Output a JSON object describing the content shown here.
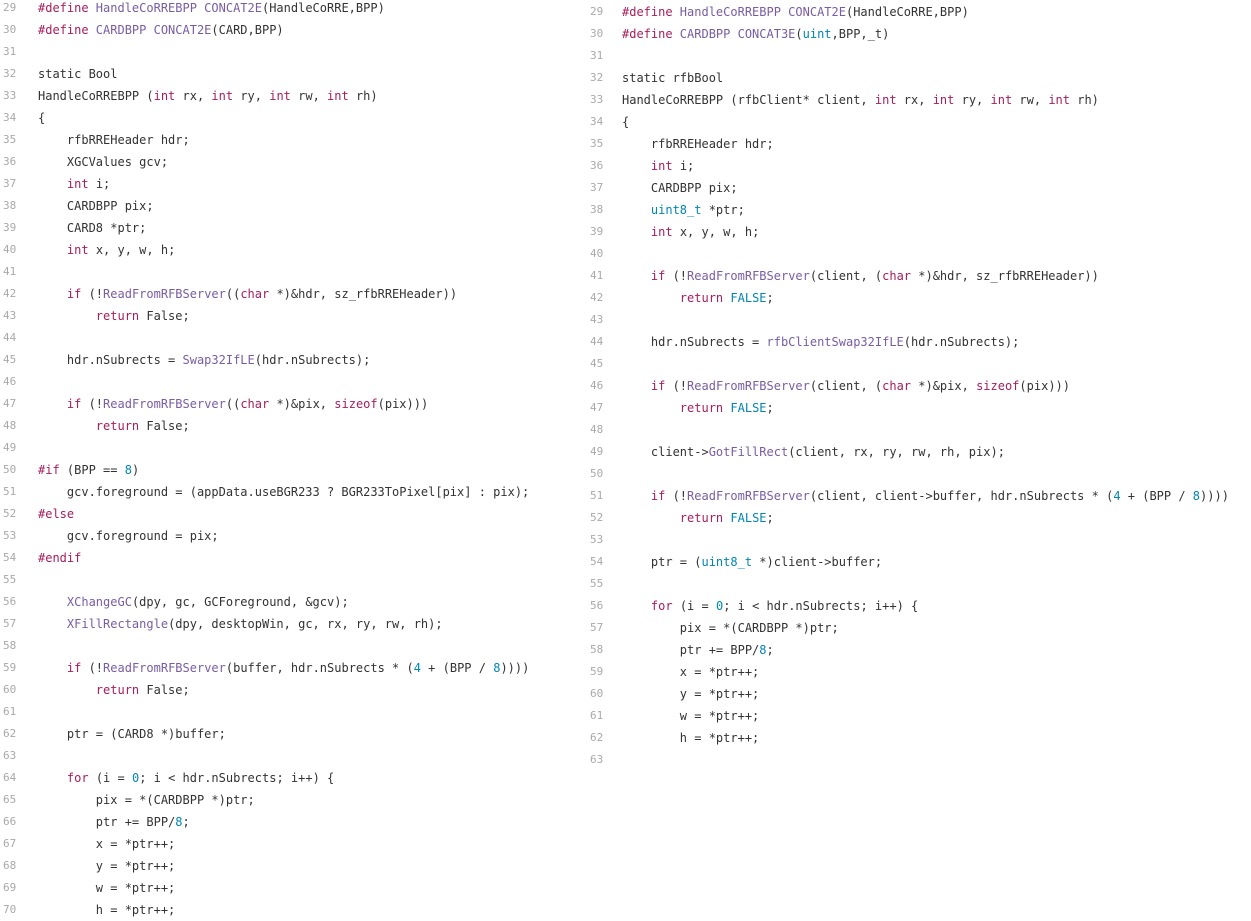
{
  "left": {
    "lines": [
      {
        "n": "29",
        "t": [
          [
            "pp",
            "#define "
          ],
          [
            "fn",
            "HandleCoRREBPP "
          ],
          [
            "fn",
            "CONCAT2E"
          ],
          [
            "",
            "(HandleCoRRE,BPP)"
          ]
        ]
      },
      {
        "n": "30",
        "t": [
          [
            "pp",
            "#define "
          ],
          [
            "fn",
            "CARDBPP "
          ],
          [
            "fn",
            "CONCAT2E"
          ],
          [
            "",
            "(CARD,BPP)"
          ]
        ]
      },
      {
        "n": "31",
        "t": []
      },
      {
        "n": "32",
        "t": [
          [
            "",
            "static Bool"
          ]
        ]
      },
      {
        "n": "33",
        "t": [
          [
            "",
            "HandleCoRREBPP ("
          ],
          [
            "kw",
            "int"
          ],
          [
            "",
            " rx, "
          ],
          [
            "kw",
            "int"
          ],
          [
            "",
            " ry, "
          ],
          [
            "kw",
            "int"
          ],
          [
            "",
            " rw, "
          ],
          [
            "kw",
            "int"
          ],
          [
            "",
            " rh)"
          ]
        ]
      },
      {
        "n": "34",
        "t": [
          [
            "",
            "{"
          ]
        ]
      },
      {
        "n": "35",
        "t": [
          [
            "",
            "    rfbRREHeader hdr;"
          ]
        ]
      },
      {
        "n": "36",
        "t": [
          [
            "",
            "    XGCValues gcv;"
          ]
        ]
      },
      {
        "n": "37",
        "t": [
          [
            "",
            "    "
          ],
          [
            "kw",
            "int"
          ],
          [
            "",
            " i;"
          ]
        ]
      },
      {
        "n": "38",
        "t": [
          [
            "",
            "    CARDBPP pix;"
          ]
        ]
      },
      {
        "n": "39",
        "t": [
          [
            "",
            "    CARD8 *ptr;"
          ]
        ]
      },
      {
        "n": "40",
        "t": [
          [
            "",
            "    "
          ],
          [
            "kw",
            "int"
          ],
          [
            "",
            " x, y, w, h;"
          ]
        ]
      },
      {
        "n": "41",
        "t": []
      },
      {
        "n": "42",
        "t": [
          [
            "",
            "    "
          ],
          [
            "kw",
            "if"
          ],
          [
            "",
            " (!"
          ],
          [
            "fn",
            "ReadFromRFBServer"
          ],
          [
            "",
            "(("
          ],
          [
            "kw",
            "char"
          ],
          [
            "",
            " *)&hdr, sz_rfbRREHeader))"
          ]
        ]
      },
      {
        "n": "43",
        "t": [
          [
            "",
            "        "
          ],
          [
            "kw",
            "return"
          ],
          [
            "",
            " False;"
          ]
        ]
      },
      {
        "n": "44",
        "t": []
      },
      {
        "n": "45",
        "t": [
          [
            "",
            "    hdr.nSubrects = "
          ],
          [
            "fn",
            "Swap32IfLE"
          ],
          [
            "",
            "(hdr.nSubrects);"
          ]
        ]
      },
      {
        "n": "46",
        "t": []
      },
      {
        "n": "47",
        "t": [
          [
            "",
            "    "
          ],
          [
            "kw",
            "if"
          ],
          [
            "",
            " (!"
          ],
          [
            "fn",
            "ReadFromRFBServer"
          ],
          [
            "",
            "(("
          ],
          [
            "kw",
            "char"
          ],
          [
            "",
            " *)&pix, "
          ],
          [
            "kw",
            "sizeof"
          ],
          [
            "",
            "(pix)))"
          ]
        ]
      },
      {
        "n": "48",
        "t": [
          [
            "",
            "        "
          ],
          [
            "kw",
            "return"
          ],
          [
            "",
            " False;"
          ]
        ]
      },
      {
        "n": "49",
        "t": []
      },
      {
        "n": "50",
        "t": [
          [
            "pp",
            "#if"
          ],
          [
            "",
            " (BPP == "
          ],
          [
            "num",
            "8"
          ],
          [
            "",
            ")"
          ]
        ]
      },
      {
        "n": "51",
        "t": [
          [
            "",
            "    gcv.foreground = (appData.useBGR233 ? BGR233ToPixel[pix] : pix);"
          ]
        ]
      },
      {
        "n": "52",
        "t": [
          [
            "pp",
            "#else"
          ]
        ]
      },
      {
        "n": "53",
        "t": [
          [
            "",
            "    gcv.foreground = pix;"
          ]
        ]
      },
      {
        "n": "54",
        "t": [
          [
            "pp",
            "#endif"
          ]
        ]
      },
      {
        "n": "55",
        "t": []
      },
      {
        "n": "56",
        "t": [
          [
            "",
            "    "
          ],
          [
            "fn",
            "XChangeGC"
          ],
          [
            "",
            "(dpy, gc, GCForeground, &gcv);"
          ]
        ]
      },
      {
        "n": "57",
        "t": [
          [
            "",
            "    "
          ],
          [
            "fn",
            "XFillRectangle"
          ],
          [
            "",
            "(dpy, desktopWin, gc, rx, ry, rw, rh);"
          ]
        ]
      },
      {
        "n": "58",
        "t": []
      },
      {
        "n": "59",
        "t": [
          [
            "",
            "    "
          ],
          [
            "kw",
            "if"
          ],
          [
            "",
            " (!"
          ],
          [
            "fn",
            "ReadFromRFBServer"
          ],
          [
            "",
            "(buffer, hdr.nSubrects * ("
          ],
          [
            "num",
            "4"
          ],
          [
            "",
            " + (BPP / "
          ],
          [
            "num",
            "8"
          ],
          [
            "",
            ")))) "
          ]
        ]
      },
      {
        "n": "60",
        "t": [
          [
            "",
            "        "
          ],
          [
            "kw",
            "return"
          ],
          [
            "",
            " False;"
          ]
        ]
      },
      {
        "n": "61",
        "t": []
      },
      {
        "n": "62",
        "t": [
          [
            "",
            "    ptr = (CARD8 *)buffer;"
          ]
        ]
      },
      {
        "n": "63",
        "t": []
      },
      {
        "n": "64",
        "t": [
          [
            "",
            "    "
          ],
          [
            "kw",
            "for"
          ],
          [
            "",
            " (i = "
          ],
          [
            "num",
            "0"
          ],
          [
            "",
            "; i < hdr.nSubrects; i++) {"
          ]
        ]
      },
      {
        "n": "65",
        "t": [
          [
            "",
            "        pix = *(CARDBPP *)ptr;"
          ]
        ]
      },
      {
        "n": "66",
        "t": [
          [
            "",
            "        ptr += BPP/"
          ],
          [
            "num",
            "8"
          ],
          [
            "",
            ";"
          ]
        ]
      },
      {
        "n": "67",
        "t": [
          [
            "",
            "        x = *ptr++;"
          ]
        ]
      },
      {
        "n": "68",
        "t": [
          [
            "",
            "        y = *ptr++;"
          ]
        ]
      },
      {
        "n": "69",
        "t": [
          [
            "",
            "        w = *ptr++;"
          ]
        ]
      },
      {
        "n": "70",
        "t": [
          [
            "",
            "        h = *ptr++;"
          ]
        ]
      }
    ]
  },
  "right": {
    "lines": [
      {
        "n": "29",
        "t": [
          [
            "pp",
            "#define "
          ],
          [
            "fn",
            "HandleCoRREBPP "
          ],
          [
            "fn",
            "CONCAT2E"
          ],
          [
            "",
            "(HandleCoRRE,BPP)"
          ]
        ]
      },
      {
        "n": "30",
        "t": [
          [
            "pp",
            "#define "
          ],
          [
            "fn",
            "CARDBPP "
          ],
          [
            "fn",
            "CONCAT3E"
          ],
          [
            "",
            "("
          ],
          [
            "ty",
            "uint"
          ],
          [
            "",
            ",BPP,_t)"
          ]
        ]
      },
      {
        "n": "31",
        "t": []
      },
      {
        "n": "32",
        "t": [
          [
            "",
            "static rfbBool"
          ]
        ]
      },
      {
        "n": "33",
        "t": [
          [
            "",
            "HandleCoRREBPP (rfbClient* client, "
          ],
          [
            "kw",
            "int"
          ],
          [
            "",
            " rx, "
          ],
          [
            "kw",
            "int"
          ],
          [
            "",
            " ry, "
          ],
          [
            "kw",
            "int"
          ],
          [
            "",
            " rw, "
          ],
          [
            "kw",
            "int"
          ],
          [
            "",
            " rh)"
          ]
        ]
      },
      {
        "n": "34",
        "t": [
          [
            "",
            "{"
          ]
        ]
      },
      {
        "n": "35",
        "t": [
          [
            "",
            "    rfbRREHeader hdr;"
          ]
        ]
      },
      {
        "n": "36",
        "t": [
          [
            "",
            "    "
          ],
          [
            "kw",
            "int"
          ],
          [
            "",
            " i;"
          ]
        ]
      },
      {
        "n": "37",
        "t": [
          [
            "",
            "    CARDBPP pix;"
          ]
        ]
      },
      {
        "n": "38",
        "t": [
          [
            "",
            "    "
          ],
          [
            "ty",
            "uint8_t"
          ],
          [
            "",
            " *ptr;"
          ]
        ]
      },
      {
        "n": "39",
        "t": [
          [
            "",
            "    "
          ],
          [
            "kw",
            "int"
          ],
          [
            "",
            " x, y, w, h;"
          ]
        ]
      },
      {
        "n": "40",
        "t": []
      },
      {
        "n": "41",
        "t": [
          [
            "",
            "    "
          ],
          [
            "kw",
            "if"
          ],
          [
            "",
            " (!"
          ],
          [
            "fn",
            "ReadFromRFBServer"
          ],
          [
            "",
            "(client, ("
          ],
          [
            "kw",
            "char"
          ],
          [
            "",
            " *)&hdr, sz_rfbRREHeader))"
          ]
        ]
      },
      {
        "n": "42",
        "t": [
          [
            "",
            "        "
          ],
          [
            "kw",
            "return"
          ],
          [
            "",
            " "
          ],
          [
            "num",
            "FALSE"
          ],
          [
            "",
            ";"
          ]
        ]
      },
      {
        "n": "43",
        "t": []
      },
      {
        "n": "44",
        "t": [
          [
            "",
            "    hdr.nSubrects = "
          ],
          [
            "fn",
            "rfbClientSwap32IfLE"
          ],
          [
            "",
            "(hdr.nSubrects);"
          ]
        ]
      },
      {
        "n": "45",
        "t": []
      },
      {
        "n": "46",
        "t": [
          [
            "",
            "    "
          ],
          [
            "kw",
            "if"
          ],
          [
            "",
            " (!"
          ],
          [
            "fn",
            "ReadFromRFBServer"
          ],
          [
            "",
            "(client, ("
          ],
          [
            "kw",
            "char"
          ],
          [
            "",
            " *)&pix, "
          ],
          [
            "kw",
            "sizeof"
          ],
          [
            "",
            "(pix)))"
          ]
        ]
      },
      {
        "n": "47",
        "t": [
          [
            "",
            "        "
          ],
          [
            "kw",
            "return"
          ],
          [
            "",
            " "
          ],
          [
            "num",
            "FALSE"
          ],
          [
            "",
            ";"
          ]
        ]
      },
      {
        "n": "48",
        "t": []
      },
      {
        "n": "49",
        "t": [
          [
            "",
            "    client->"
          ],
          [
            "fn",
            "GotFillRect"
          ],
          [
            "",
            "(client, rx, ry, rw, rh, pix);"
          ]
        ]
      },
      {
        "n": "50",
        "t": []
      },
      {
        "n": "51",
        "t": [
          [
            "",
            "    "
          ],
          [
            "kw",
            "if"
          ],
          [
            "",
            " (!"
          ],
          [
            "fn",
            "ReadFromRFBServer"
          ],
          [
            "",
            "(client, client->buffer, hdr.nSubrects * ("
          ],
          [
            "num",
            "4"
          ],
          [
            "",
            " + (BPP / "
          ],
          [
            "num",
            "8"
          ],
          [
            "",
            "))))"
          ]
        ]
      },
      {
        "n": "52",
        "t": [
          [
            "",
            "        "
          ],
          [
            "kw",
            "return"
          ],
          [
            "",
            " "
          ],
          [
            "num",
            "FALSE"
          ],
          [
            "",
            ";"
          ]
        ]
      },
      {
        "n": "53",
        "t": []
      },
      {
        "n": "54",
        "t": [
          [
            "",
            "    ptr = ("
          ],
          [
            "ty",
            "uint8_t"
          ],
          [
            "",
            " *)client->buffer;"
          ]
        ]
      },
      {
        "n": "55",
        "t": []
      },
      {
        "n": "56",
        "t": [
          [
            "",
            "    "
          ],
          [
            "kw",
            "for"
          ],
          [
            "",
            " (i = "
          ],
          [
            "num",
            "0"
          ],
          [
            "",
            "; i < hdr.nSubrects; i++) {"
          ]
        ]
      },
      {
        "n": "57",
        "t": [
          [
            "",
            "        pix = *(CARDBPP *)ptr;"
          ]
        ]
      },
      {
        "n": "58",
        "t": [
          [
            "",
            "        ptr += BPP/"
          ],
          [
            "num",
            "8"
          ],
          [
            "",
            ";"
          ]
        ]
      },
      {
        "n": "59",
        "t": [
          [
            "",
            "        x = *ptr++;"
          ]
        ]
      },
      {
        "n": "60",
        "t": [
          [
            "",
            "        y = *ptr++;"
          ]
        ]
      },
      {
        "n": "61",
        "t": [
          [
            "",
            "        w = *ptr++;"
          ]
        ]
      },
      {
        "n": "62",
        "t": [
          [
            "",
            "        h = *ptr++;"
          ]
        ]
      },
      {
        "n": "63",
        "t": []
      }
    ]
  }
}
